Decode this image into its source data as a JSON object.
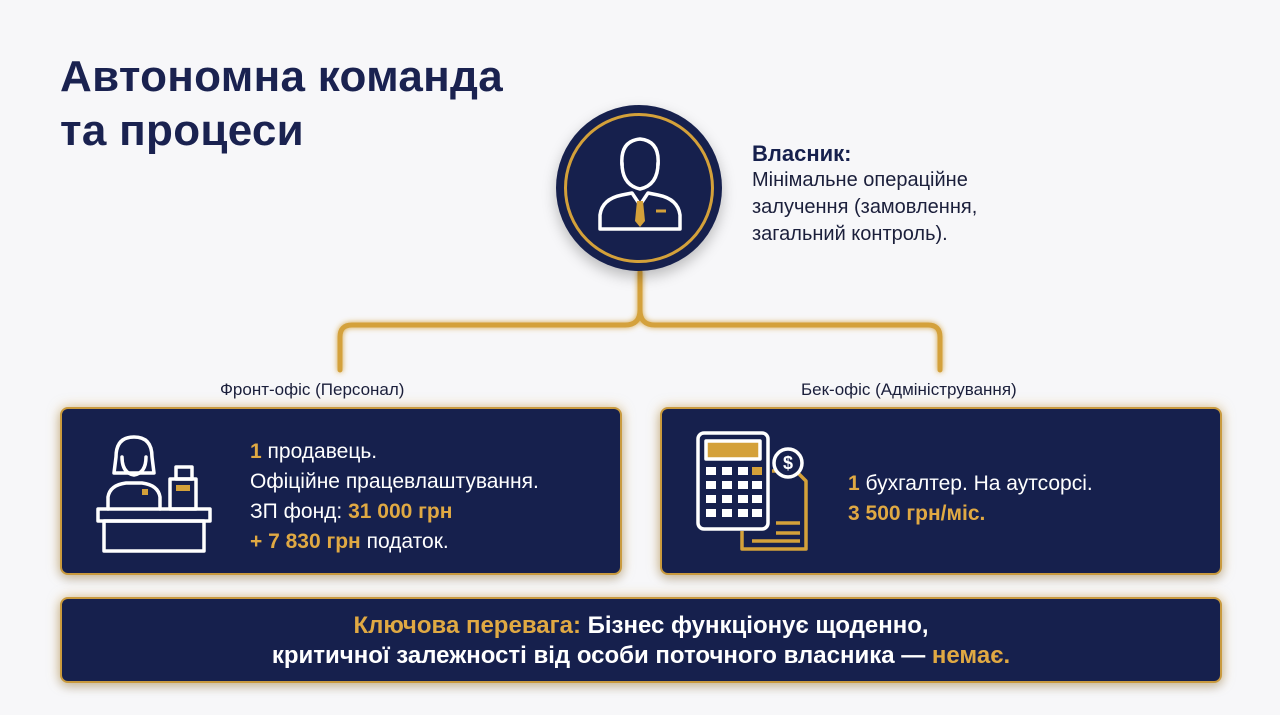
{
  "title": {
    "line1": "Автономна команда",
    "line2": "та процеси"
  },
  "owner": {
    "label": "Власник:",
    "desc_line1": "Мінімальне операційне",
    "desc_line2": "залучення (замовлення,",
    "desc_line3": "загальний контроль).",
    "icon": "businessman-icon"
  },
  "front": {
    "label": "Фронт-офіс (Персонал)",
    "icon": "cashier-icon",
    "count": "1",
    "line1_rest": " продавець.",
    "line2": "Офіційне працевлаштування.",
    "line3_prefix": "ЗП фонд: ",
    "salary": "31 000 грн",
    "tax": "+ 7 830 грн",
    "tax_suffix": " податок."
  },
  "back": {
    "label": "Бек-офіс (Адміністрування)",
    "icon": "calculator-invoice-icon",
    "count": "1",
    "line1_rest": " бухгалтер. На аутсорсі.",
    "price": "3 500 грн/міс."
  },
  "key": {
    "label": "Ключова перевага:",
    "line1_rest": " Бізнес функціонує щоденно,",
    "line2_prefix": "критичної залежності від особи поточного власника — ",
    "line2_highlight": "немає."
  },
  "colors": {
    "navy": "#16204d",
    "gold": "#d4a13a",
    "background": "#f7f7f9"
  }
}
